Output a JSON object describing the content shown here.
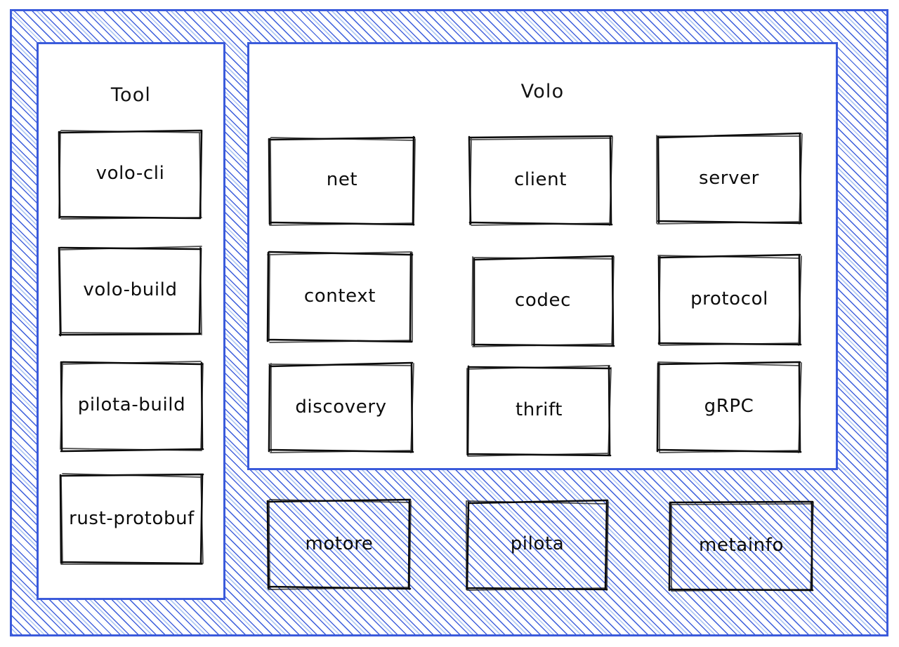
{
  "diagram": {
    "style": "hand-drawn-sketch",
    "background": "#ffffff",
    "accent_color": "#3b5bdb",
    "hatch_color": "#74a0eb",
    "stroke_color": "#0c0c0c"
  },
  "outer_frame": {
    "name": "outer-hatched-frame"
  },
  "tool_panel": {
    "title": "Tool",
    "items": [
      {
        "label": "volo-cli"
      },
      {
        "label": "volo-build"
      },
      {
        "label": "pilota-build"
      },
      {
        "label": "rust-protobuf"
      }
    ]
  },
  "volo_panel": {
    "title": "Volo",
    "rows": [
      [
        {
          "label": "net"
        },
        {
          "label": "client"
        },
        {
          "label": "server"
        }
      ],
      [
        {
          "label": "context"
        },
        {
          "label": "codec"
        },
        {
          "label": "protocol"
        }
      ],
      [
        {
          "label": "discovery"
        },
        {
          "label": "thrift"
        },
        {
          "label": "gRPC"
        }
      ]
    ]
  },
  "foundation_row": {
    "items": [
      {
        "label": "motore"
      },
      {
        "label": "pilota"
      },
      {
        "label": "metainfo"
      }
    ]
  }
}
